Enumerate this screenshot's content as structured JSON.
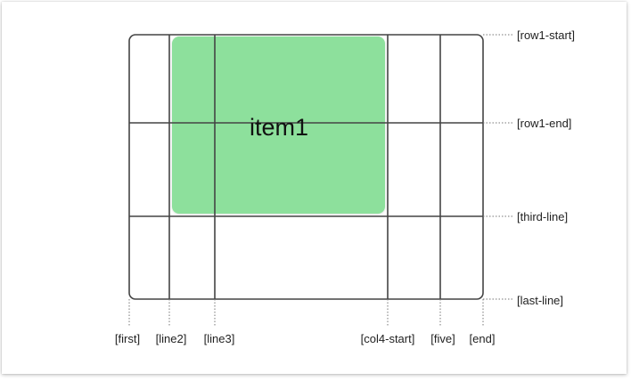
{
  "item": {
    "label": "item1",
    "color": "#8de09c"
  },
  "row_lines": [
    "[row1-start]",
    "[row1-end]",
    "[third-line]",
    "[last-line]"
  ],
  "column_lines": [
    "[first]",
    "[line2]",
    "[line3]",
    "[col4-start]",
    "[five]",
    "[end]"
  ]
}
